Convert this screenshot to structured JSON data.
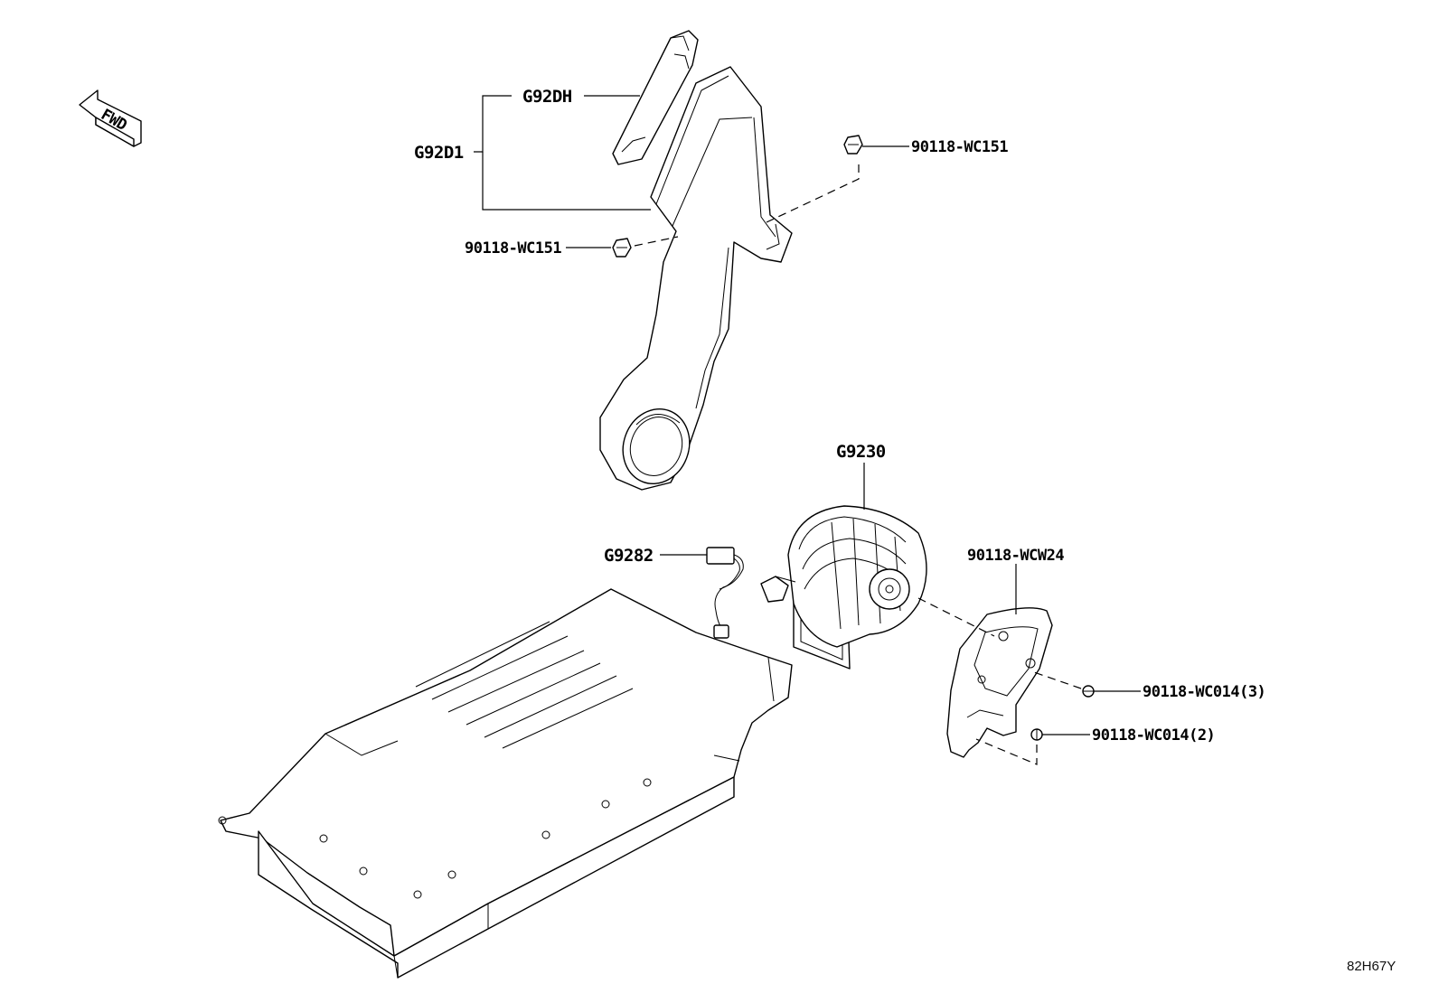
{
  "labels": {
    "duct_assembly": "G92D1",
    "duct_cover": "G92DH",
    "clip_upper": "90118-WC151",
    "clip_lower": "90118-WC151",
    "blower": "G9230",
    "sensor": "G9282",
    "bracket": "90118-WCW24",
    "bolt_upper": "90118-WC014(3)",
    "bolt_lower": "90118-WC014(2)"
  },
  "fwd_badge": "FWD",
  "diagram_code": "82H67Y"
}
